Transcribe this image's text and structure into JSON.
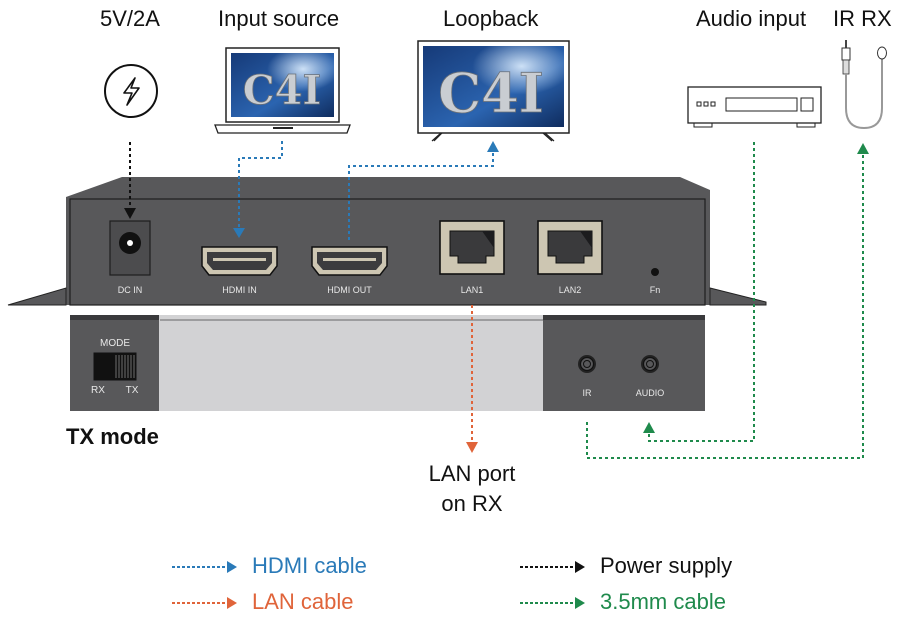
{
  "colors": {
    "hdmi": "#2a7ab8",
    "lan": "#e0643a",
    "power": "#111111",
    "audio": "#1f8a4c",
    "device_body": "#58585a",
    "device_panel": "#d2d2d4",
    "port_beige": "#cdc6b2"
  },
  "top_labels": {
    "power": "5V/2A",
    "input_source": "Input source",
    "loopback": "Loopback",
    "audio_input": "Audio input",
    "ir_rx": "IR RX"
  },
  "screen_logo": "C4I",
  "front_panel": {
    "ports": [
      {
        "id": "dc-in",
        "label": "DC IN"
      },
      {
        "id": "hdmi-in",
        "label": "HDMI IN"
      },
      {
        "id": "hdmi-out",
        "label": "HDMI OUT"
      },
      {
        "id": "lan1",
        "label": "LAN1"
      },
      {
        "id": "lan2",
        "label": "LAN2"
      },
      {
        "id": "fn",
        "label": "Fn"
      }
    ]
  },
  "rear_panel": {
    "mode_switch": {
      "title": "MODE",
      "left": "RX",
      "right": "TX",
      "selected": "TX"
    },
    "ports": [
      {
        "id": "ir",
        "label": "IR"
      },
      {
        "id": "audio",
        "label": "AUDIO"
      }
    ]
  },
  "mode_caption": "TX mode",
  "lan_destination": {
    "line1": "LAN port",
    "line2": "on RX"
  },
  "legend": [
    {
      "id": "hdmi",
      "label": "HDMI cable",
      "color": "#2a7ab8"
    },
    {
      "id": "lan",
      "label": "LAN cable",
      "color": "#e0643a"
    },
    {
      "id": "power",
      "label": "Power supply",
      "color": "#111111"
    },
    {
      "id": "audio",
      "label": "3.5mm cable",
      "color": "#1f8a4c"
    }
  ]
}
